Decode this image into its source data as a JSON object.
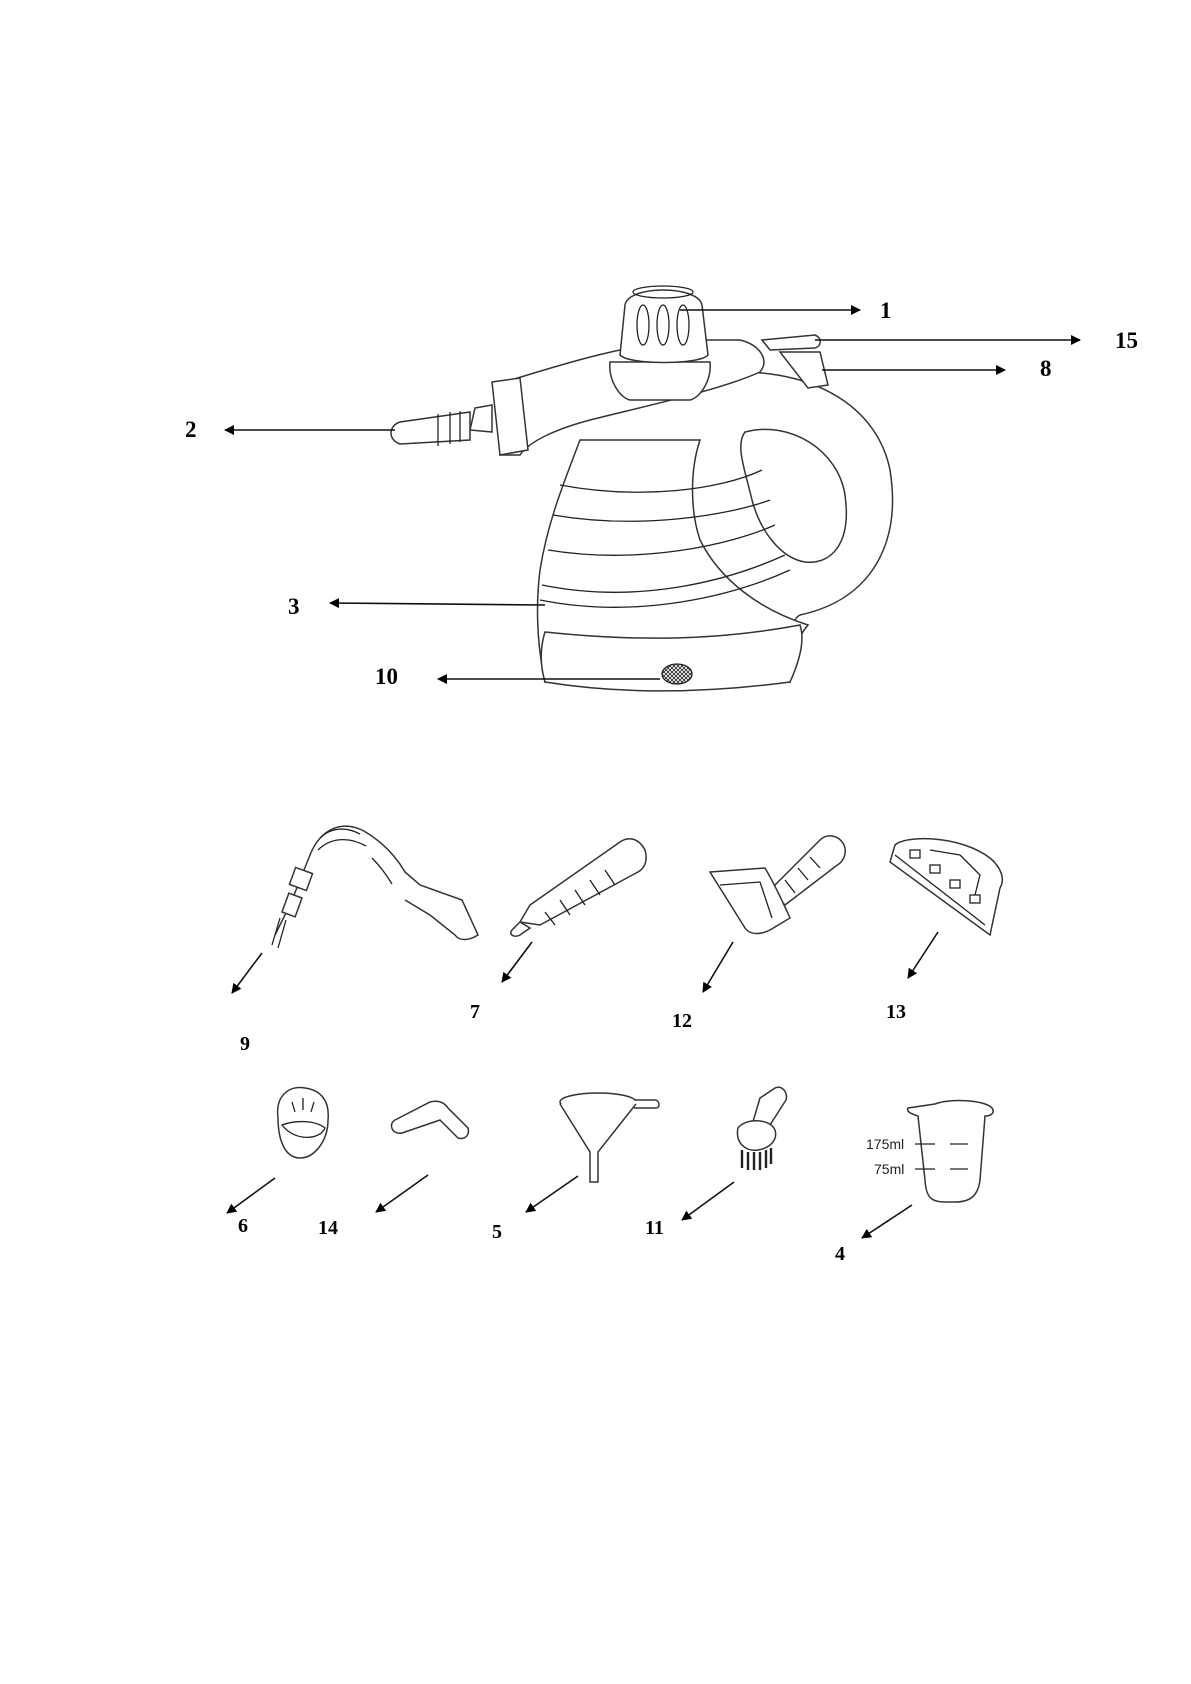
{
  "main_unit": {
    "callouts": [
      {
        "id": "c1",
        "label": "1"
      },
      {
        "id": "c15",
        "label": "15"
      },
      {
        "id": "c8",
        "label": "8"
      },
      {
        "id": "c2",
        "label": "2"
      },
      {
        "id": "c3",
        "label": "3"
      },
      {
        "id": "c10",
        "label": "10"
      }
    ]
  },
  "accessories": {
    "row1": [
      {
        "id": "a9",
        "label": "9",
        "icon": "extension-hose-icon"
      },
      {
        "id": "a7",
        "label": "7",
        "icon": "jet-nozzle-icon"
      },
      {
        "id": "a12",
        "label": "12",
        "icon": "window-squeegee-icon"
      },
      {
        "id": "a13",
        "label": "13",
        "icon": "fabric-cover-icon"
      }
    ],
    "row2": [
      {
        "id": "a6",
        "label": "6",
        "icon": "cloth-cover-icon"
      },
      {
        "id": "a14",
        "label": "14",
        "icon": "angled-nozzle-icon"
      },
      {
        "id": "a5",
        "label": "5",
        "icon": "funnel-icon"
      },
      {
        "id": "a11",
        "label": "11",
        "icon": "round-brush-icon"
      },
      {
        "id": "a4",
        "label": "4",
        "icon": "measuring-cup-icon"
      }
    ]
  },
  "measuring_cup": {
    "mark_high": "175ml",
    "mark_low": "75ml"
  }
}
